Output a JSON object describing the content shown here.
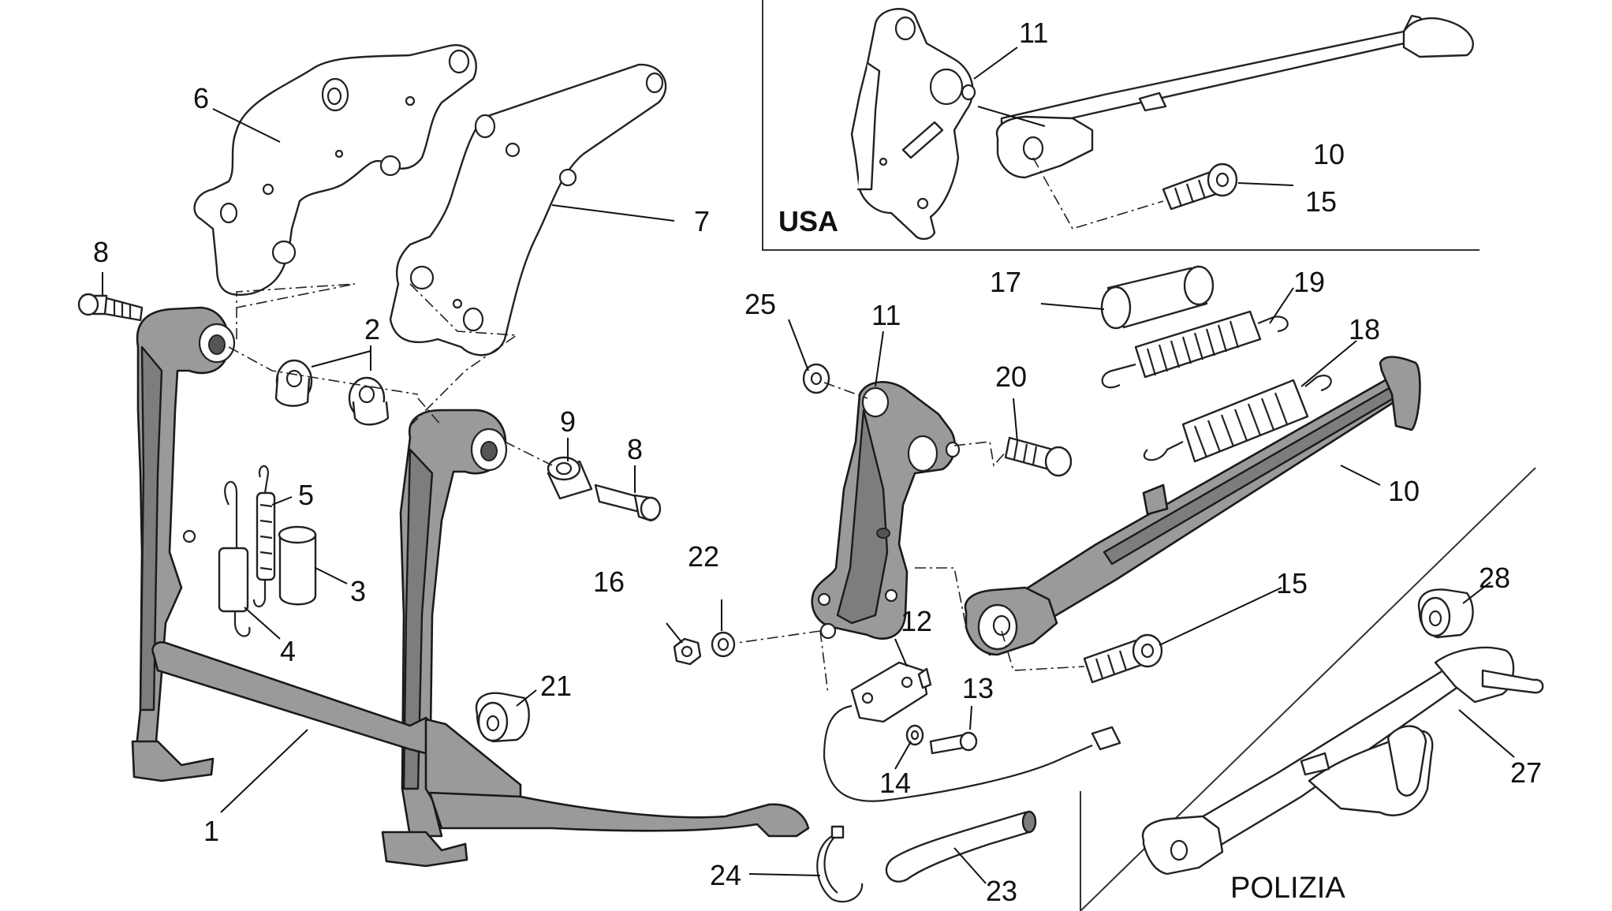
{
  "regions": {
    "usa": "USA",
    "polizia": "POLIZIA"
  },
  "callouts": {
    "c1": "1",
    "c2": "2",
    "c3": "3",
    "c4": "4",
    "c5": "5",
    "c6": "6",
    "c7": "7",
    "c8a": "8",
    "c8b": "8",
    "c9": "9",
    "c10_usa": "10",
    "c10": "10",
    "c11_usa": "11",
    "c11": "11",
    "c12": "12",
    "c13": "13",
    "c14": "14",
    "c15_usa": "15",
    "c15": "15",
    "c16": "16",
    "c17": "17",
    "c18": "18",
    "c19": "19",
    "c20": "20",
    "c21": "21",
    "c22": "22",
    "c23": "23",
    "c24": "24",
    "c25": "25",
    "c27": "27",
    "c28": "28"
  },
  "colors": {
    "line": "#222222",
    "grey_part": "#9a9a9a",
    "background": "#ffffff"
  }
}
